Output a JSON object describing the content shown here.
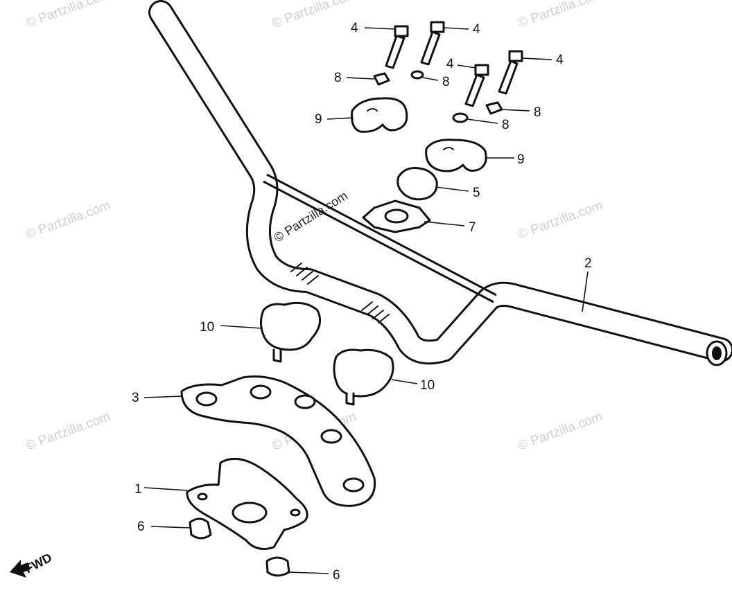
{
  "watermark": {
    "text": "© Partzilla.com",
    "center_text": "© Partzilla.com"
  },
  "direction": {
    "text": "FWD"
  },
  "callouts": {
    "c1": "1",
    "c2": "2",
    "c3": "3",
    "c4a": "4",
    "c4b": "4",
    "c4c": "4",
    "c4d": "4",
    "c5": "5",
    "c6a": "6",
    "c6b": "6",
    "c7": "7",
    "c8a": "8",
    "c8b": "8",
    "c8c": "8",
    "c8d": "8",
    "c9a": "9",
    "c9b": "9",
    "c10a": "10",
    "c10b": "10"
  }
}
